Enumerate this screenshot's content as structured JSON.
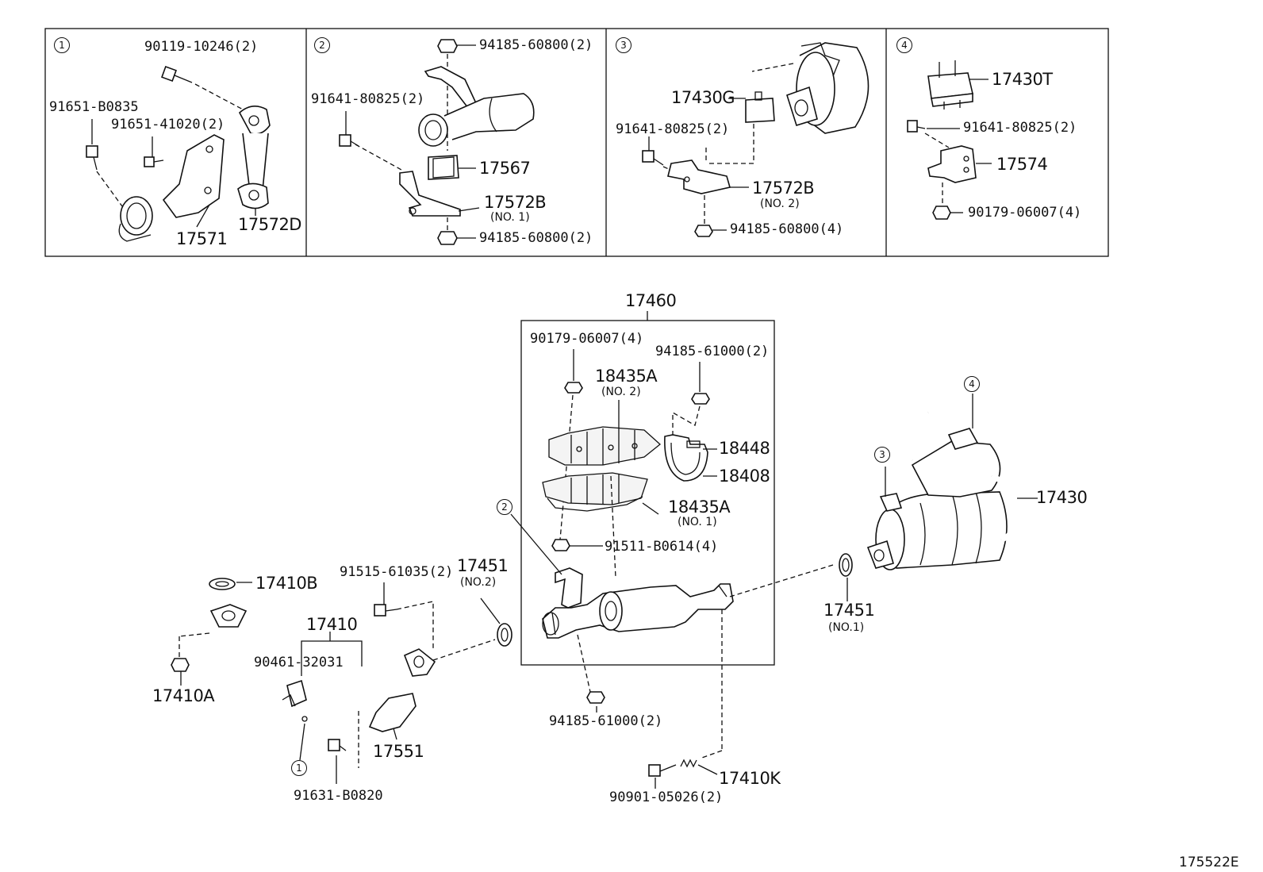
{
  "diagram_ref": "175522E",
  "panels": [
    {
      "id": "1",
      "marker": "1",
      "labels": {
        "bolt": "90119-10246(2)",
        "bolt_b": "91651-B0835",
        "bolt_c": "91651-41020(2)",
        "bracket": "17571",
        "hanger": "17572D"
      }
    },
    {
      "id": "2",
      "marker": "2",
      "labels": {
        "nut_top": "94185-60800(2)",
        "bolt": "91641-80825(2)",
        "mount": "17567",
        "bracket": "17572B",
        "bracket_note": "(NO. 1)",
        "nut_bottom": "94185-60800(2)"
      }
    },
    {
      "id": "3",
      "marker": "3",
      "labels": {
        "mount": "17430G",
        "bolt": "91641-80825(2)",
        "bracket": "17572B",
        "bracket_note": "(NO. 2)",
        "nut": "94185-60800(4)"
      }
    },
    {
      "id": "4",
      "marker": "4",
      "labels": {
        "mount": "17430T",
        "bolt": "91641-80825(2)",
        "bracket": "17574",
        "nut": "90179-06007(4)"
      }
    }
  ],
  "main": {
    "assembly": "17460",
    "labels": {
      "nut_a": "90179-06007(4)",
      "nut_b": "94185-61000(2)",
      "insulator2": "18435A",
      "insulator2_note": "(NO. 2)",
      "clamp": "18448",
      "band": "18408",
      "insulator1": "18435A",
      "insulator1_note": "(NO. 1)",
      "screw": "91511-B0614(4)",
      "muffler": "17430",
      "gasket_rear": "17451",
      "gasket_rear_note": "(NO.1)",
      "gasket_front": "17451",
      "gasket_front_note": "(NO.2)",
      "bolt_flange": "91515-61035(2)",
      "gasket_top": "17410B",
      "pipe": "17410",
      "support": "90461-32031",
      "nut_small": "17410A",
      "heat_ins": "17551",
      "bolt_ins": "91631-B0820",
      "nut_c": "94185-61000(2)",
      "bolt_stud": "90901-05026(2)",
      "spring": "17410K"
    },
    "markers": {
      "m1": "1",
      "m2": "2",
      "m3": "3",
      "m4": "4"
    }
  }
}
